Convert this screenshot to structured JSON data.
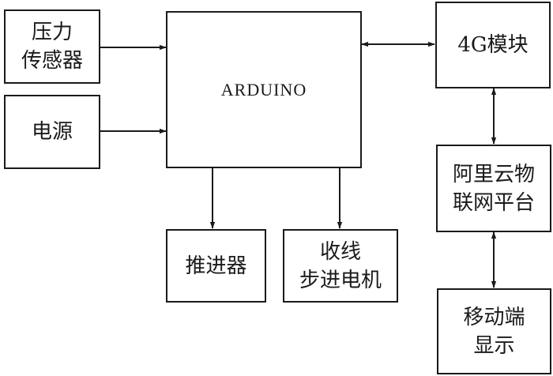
{
  "diagram": {
    "nodes": {
      "pressure_sensor": {
        "label": "压力\n传感器"
      },
      "power": {
        "label": "电源"
      },
      "arduino": {
        "label": "ARDUINO"
      },
      "module_4g": {
        "label": "4G模块"
      },
      "aliyun_iot": {
        "label": "阿里云物\n联网平台"
      },
      "mobile_display": {
        "label": "移动端\n显示"
      },
      "pusher": {
        "label": "推进器"
      },
      "winding_motor": {
        "label": "收线\n步进电机"
      }
    },
    "edges": [
      {
        "from": "pressure_sensor",
        "to": "arduino",
        "direction": "forward"
      },
      {
        "from": "power",
        "to": "arduino",
        "direction": "forward"
      },
      {
        "from": "arduino",
        "to": "module_4g",
        "direction": "both"
      },
      {
        "from": "module_4g",
        "to": "aliyun_iot",
        "direction": "both"
      },
      {
        "from": "aliyun_iot",
        "to": "mobile_display",
        "direction": "both"
      },
      {
        "from": "arduino",
        "to": "pusher",
        "direction": "forward"
      },
      {
        "from": "arduino",
        "to": "winding_motor",
        "direction": "forward"
      }
    ],
    "line_color": "#1a1a1a"
  }
}
